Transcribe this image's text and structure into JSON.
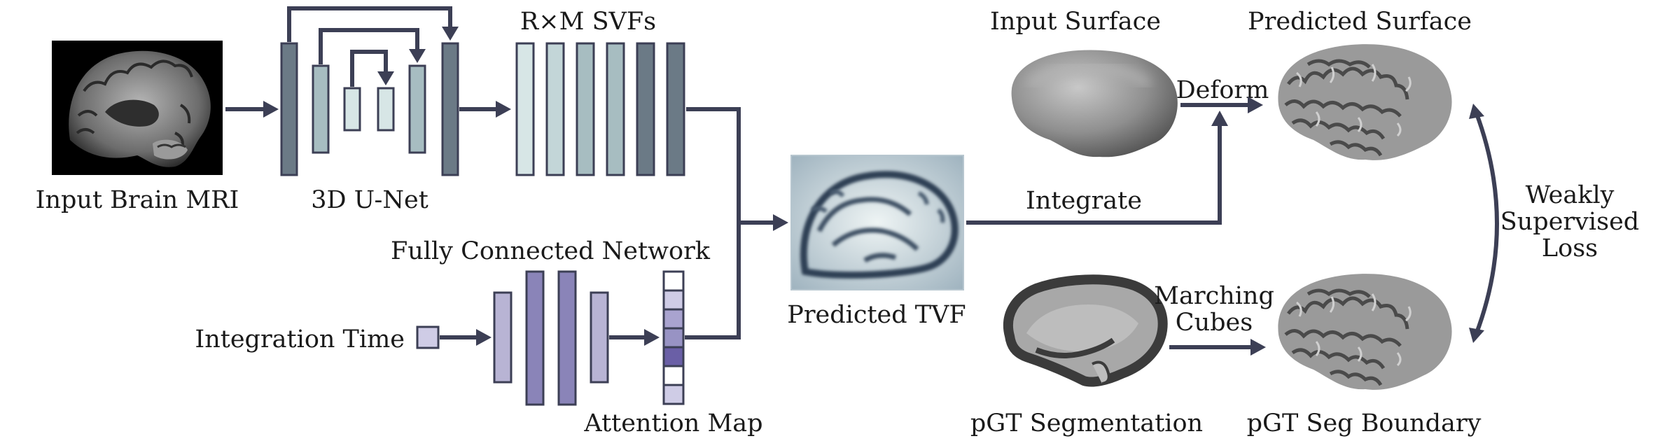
{
  "labels": {
    "input_mri": "Input Brain MRI",
    "unet": "3D U-Net",
    "svfs": "R×M SVFs",
    "fcn": "Fully Connected Network",
    "integration_time": "Integration Time",
    "attention_map": "Attention Map",
    "predicted_tvf": "Predicted TVF",
    "integrate": "Integrate",
    "input_surface": "Input Surface",
    "deform": "Deform",
    "predicted_surface": "Predicted Surface",
    "loss_line1": "Weakly",
    "loss_line2": "Supervised",
    "loss_line3": "Loss",
    "marching_line1": "Marching",
    "marching_line2": "Cubes",
    "pgt_segmentation": "pGT Segmentation",
    "pgt_boundary": "pGT Seg Boundary"
  },
  "colors": {
    "arrow": "#3c3f55",
    "unet_dark": "#6b7a86",
    "unet_mid": "#a7bdc1",
    "unet_light": "#d7e6e6",
    "fcn_light": "#b8b4d4",
    "fcn_dark": "#8a84b8",
    "attention_fill": "#7a72aa"
  }
}
